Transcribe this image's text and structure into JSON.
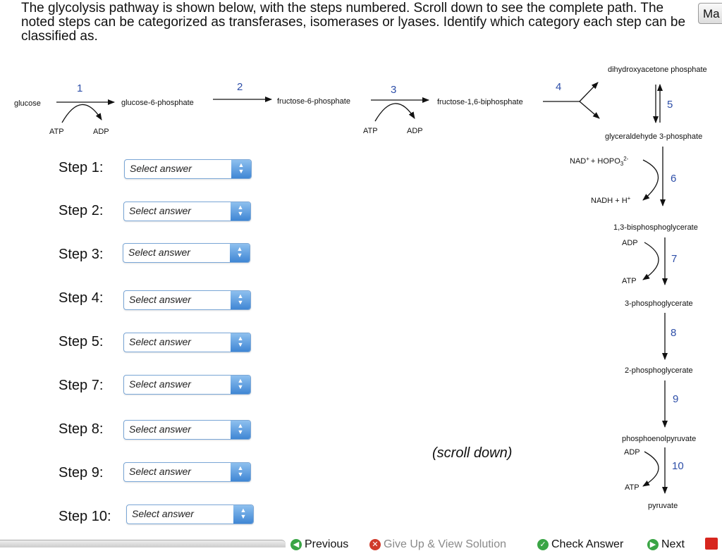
{
  "instructions": "The glycolysis pathway is shown below, with the steps numbered. Scroll down to see the complete path. The noted steps can be categorized as transferases, isomerases or lyases. Identify which category each step can be classified as.",
  "ma_button": "Ma",
  "steps": [
    {
      "label": "Step 1:",
      "value": "Select answer"
    },
    {
      "label": "Step 2:",
      "value": "Select answer"
    },
    {
      "label": "Step 3:",
      "value": "Select answer"
    },
    {
      "label": "Step 4:",
      "value": "Select answer"
    },
    {
      "label": "Step 5:",
      "value": "Select answer"
    },
    {
      "label": "Step 7:",
      "value": "Select answer"
    },
    {
      "label": "Step 8:",
      "value": "Select answer"
    },
    {
      "label": "Step 9:",
      "value": "Select answer"
    },
    {
      "label": "Step 10:",
      "value": "Select answer"
    }
  ],
  "pathway": {
    "glucose": "glucose",
    "g6p": "glucose-6-phosphate",
    "f6p": "fructose-6-phosphate",
    "f16bp": "fructose-1,6-biphosphate",
    "dhap": "dihydroxyacetone phosphate",
    "g3p": "glyceraldehyde 3-phosphate",
    "bpg13": "1,3-bisphosphoglycerate",
    "pg3": "3-phosphoglycerate",
    "pg2": "2-phosphoglycerate",
    "pep": "phosphoenolpyruvate",
    "pyruvate": "pyruvate",
    "atp": "ATP",
    "adp": "ADP",
    "nad": "NAD",
    "nad_sup": "+",
    "hopo": "+ HOPO",
    "hopo_sub": "3",
    "hopo_sup": "2-",
    "nadh": "NADH + H",
    "nadh_sup": "+",
    "numbers": [
      "1",
      "2",
      "3",
      "4",
      "5",
      "6",
      "7",
      "8",
      "9",
      "10"
    ]
  },
  "scroll_note": "(scroll down)",
  "footer": {
    "previous": "Previous",
    "give_up": "Give Up & View Solution",
    "check": "Check Answer",
    "next": "Next"
  }
}
